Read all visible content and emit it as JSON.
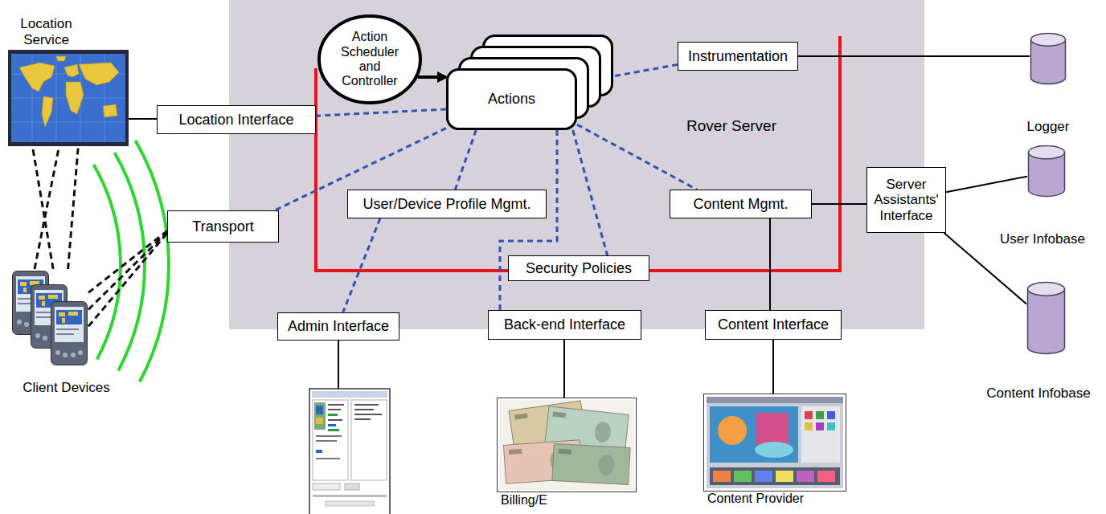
{
  "diagram": {
    "nodes": [
      {
        "text": [
          "Rover Server"
        ]
      },
      {
        "text": [
          "Location Service"
        ]
      },
      {
        "text": [
          "Action Scheduler and Controller"
        ],
        "in": 0
      },
      {
        "text": [
          "Actions"
        ],
        "in": 0
      },
      {
        "text": [
          "Instrumentation"
        ],
        "in": 0
      },
      {
        "text": [
          "Logger"
        ]
      },
      {
        "text": [
          "Location Interface"
        ]
      },
      {
        "text": [
          "Transport"
        ]
      },
      {
        "text": [
          "User/Device Profile Mgmt."
        ],
        "in": 0
      },
      {
        "text": [
          "Content Mgmt."
        ],
        "in": 0
      },
      {
        "text": [
          "Server Assistants' Interface"
        ]
      },
      {
        "text": [
          "User Infobase"
        ]
      },
      {
        "text": [
          "Security Policies"
        ],
        "in": 0
      },
      {
        "text": [
          "Client Devices"
        ]
      },
      {
        "text": [
          "Admin Interface"
        ]
      },
      {
        "text": [
          "Back-end Interface"
        ]
      },
      {
        "text": [
          "Content Interface"
        ]
      },
      {
        "text": [
          "Content Infobase"
        ]
      },
      {
        "text": [
          "Billing/E"
        ]
      },
      {
        "text": [
          "Content Provider"
        ]
      }
    ],
    "edges": [
      {
        "from": 2,
        "to": 3,
        "arrow": "to"
      },
      {
        "from": 3,
        "to": 4,
        "arrow": "none"
      },
      {
        "from": 3,
        "to": 6,
        "arrow": "none"
      },
      {
        "from": 3,
        "to": 7,
        "arrow": "none"
      },
      {
        "from": 3,
        "to": 8,
        "arrow": "none"
      },
      {
        "from": 3,
        "to": 15,
        "arrow": "none"
      },
      {
        "from": 3,
        "to": 12,
        "arrow": "none"
      },
      {
        "from": 3,
        "to": 9,
        "arrow": "none"
      },
      {
        "from": 8,
        "to": 14,
        "arrow": "none"
      },
      {
        "from": 1,
        "to": 6,
        "arrow": "none"
      },
      {
        "from": 4,
        "to": 5,
        "arrow": "none"
      },
      {
        "from": 9,
        "to": 10,
        "arrow": "none"
      },
      {
        "from": 9,
        "to": 16,
        "arrow": "none"
      },
      {
        "from": 10,
        "to": 11,
        "arrow": "none"
      },
      {
        "from": 10,
        "to": 17,
        "arrow": "none"
      },
      {
        "from": 13,
        "to": 1,
        "arrow": "none"
      },
      {
        "from": 13,
        "to": 1,
        "arrow": "none"
      },
      {
        "from": 13,
        "to": 1,
        "arrow": "none"
      },
      {
        "from": 13,
        "to": 7,
        "arrow": "none"
      },
      {
        "from": 13,
        "to": 7,
        "arrow": "none"
      },
      {
        "from": 13,
        "to": 7,
        "arrow": "none"
      },
      {
        "from": 15,
        "to": 18,
        "arrow": "none"
      },
      {
        "from": 16,
        "to": 19,
        "arrow": "none"
      }
    ]
  }
}
